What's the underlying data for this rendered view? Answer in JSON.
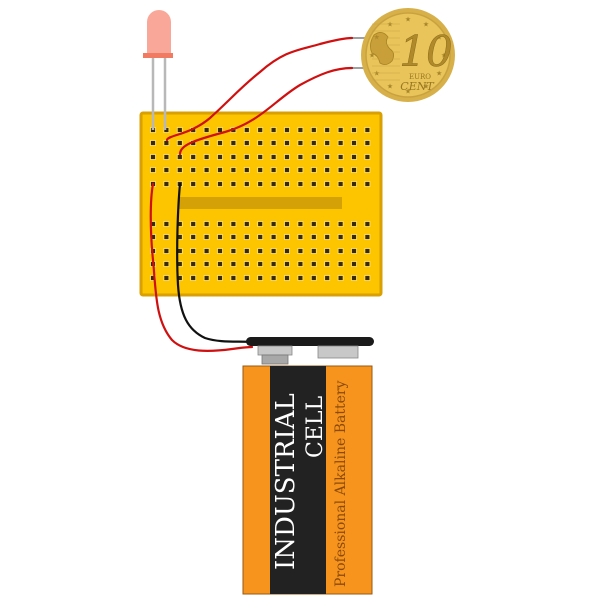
{
  "coin": {
    "value_label": "10",
    "currency_label": "EURO",
    "unit_label": "CENT"
  },
  "battery": {
    "brand_line1": "INDUSTRIAL",
    "brand_line2": "CELL",
    "tagline": "Professional Alkaline Battery"
  },
  "colors": {
    "breadboard": "#fcc500",
    "breadboard_edge": "#d9a000",
    "breadboard_strip": "#d4a106",
    "led_body": "#f8a090",
    "led_base": "#f07b62",
    "wire_red": "#d01010",
    "wire_black": "#111111",
    "battery_orange": "#f7941e",
    "battery_black": "#222222",
    "coin_gold": "#e8c45a",
    "coin_dark": "#b8922e"
  }
}
